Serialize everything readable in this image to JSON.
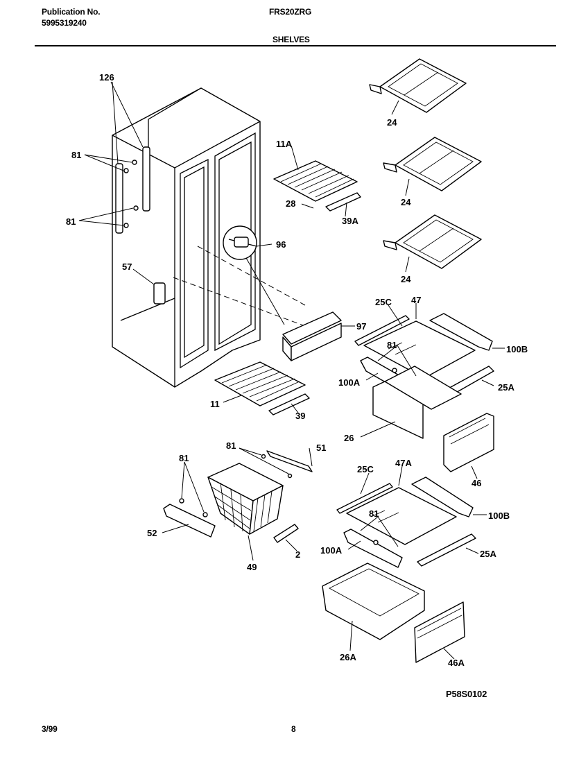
{
  "header": {
    "publication_label": "Publication No.",
    "publication_number": "5995319240",
    "model": "FRS20ZRG",
    "section_title": "SHELVES"
  },
  "footer": {
    "date": "3/99",
    "page": "8"
  },
  "diagram_id": "P58S0102",
  "part_labels": {
    "l126": "126",
    "l81a": "81",
    "l81b": "81",
    "l57": "57",
    "l11A": "11A",
    "l28": "28",
    "l39A": "39A",
    "l96": "96",
    "l97": "97",
    "l11": "11",
    "l39": "39",
    "l24a": "24",
    "l24b": "24",
    "l24c": "24",
    "l25C": "25C",
    "l47": "47",
    "l100B": "100B",
    "l81c": "81",
    "l100A": "100A",
    "l25A": "25A",
    "l26": "26",
    "l46": "46",
    "l81d": "81",
    "l51": "51",
    "l81e": "81",
    "l52": "52",
    "l49": "49",
    "l2": "2",
    "l25C2": "25C",
    "l47A": "47A",
    "l100B2": "100B",
    "l81f": "81",
    "l100A2": "100A",
    "l25A2": "25A",
    "l26A": "26A",
    "l46A": "46A"
  }
}
